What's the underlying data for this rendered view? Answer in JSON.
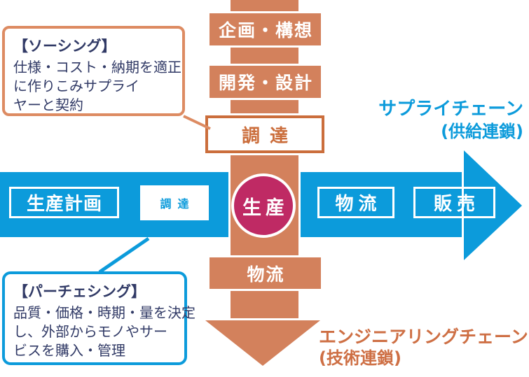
{
  "palette": {
    "blue": "#0C9BDB",
    "salmon": "#D3815C",
    "salmon_light": "#DD8B62",
    "orange_deep": "#CB6E3C",
    "orange_text": "#CE6F44",
    "magenta": "#BF2A64",
    "navy": "#313A66"
  },
  "engineering_chain": {
    "steps": [
      "企画・構想",
      "開発・設計",
      "調達",
      "物流"
    ],
    "label": "エンジニアリングチェーン",
    "sublabel": "(技術連鎖)"
  },
  "supply_chain": {
    "steps": [
      "生産計画",
      "調達",
      "生産",
      "物流",
      "販売"
    ],
    "label": "サプライチェーン",
    "sublabel": "(供給連鎖)"
  },
  "callouts": {
    "sourcing": {
      "title": "【ソーシング】",
      "lines": [
        "仕様・コスト・納期を適正",
        "に作りこみサプライ",
        "ヤーと契約"
      ]
    },
    "purchasing": {
      "title": "【パーチェシング】",
      "lines": [
        "品質・価格・時期・量を決定",
        "し、外部からモノやサー",
        "ビスを購入・管理"
      ]
    }
  }
}
